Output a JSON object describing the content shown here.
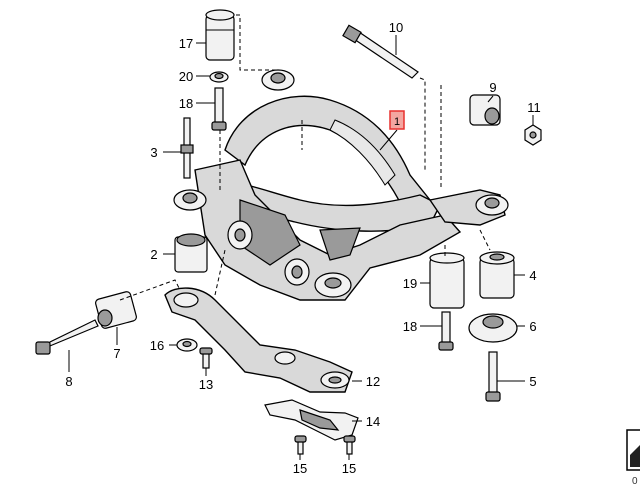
{
  "callouts": {
    "c1": "1",
    "c2": "2",
    "c3": "3",
    "c4": "4",
    "c5": "5",
    "c6": "6",
    "c7": "7",
    "c8": "8",
    "c9": "9",
    "c10": "10",
    "c11": "11",
    "c12": "12",
    "c13": "13",
    "c14": "14",
    "c15a": "15",
    "c15b": "15",
    "c16": "16",
    "c17": "17",
    "c18a": "18",
    "c18b": "18",
    "c19": "19",
    "c20": "20"
  },
  "corner_label": "0",
  "colors": {
    "highlight_border": "#e8302e",
    "highlight_fill": "#f4a6a0"
  }
}
